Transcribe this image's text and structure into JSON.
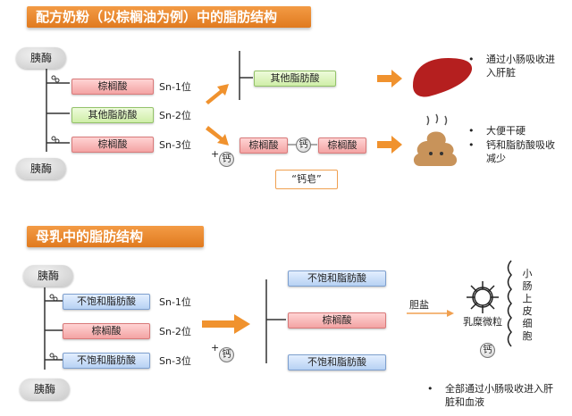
{
  "formula": {
    "title": "配方奶粉（以棕榈油为例）中的脂肪结构",
    "enzyme": "胰酶",
    "chains": [
      {
        "label": "棕榈酸",
        "position": "Sn-1位"
      },
      {
        "label": "其他脂肪酸",
        "position": "Sn-2位"
      },
      {
        "label": "棕榈酸",
        "position": "Sn-3位"
      }
    ],
    "product_other": "其他脂肪酸",
    "product_left": "棕榈酸",
    "product_right": "棕榈酸",
    "calcium": "钙",
    "plus": "+",
    "soap_label": "“钙皂”",
    "bullets_top": [
      "通过小肠吸收进入肝脏"
    ],
    "bullets_bottom": [
      "大便干硬",
      "钙和脂肪酸吸收减少"
    ]
  },
  "breast": {
    "title": "母乳中的脂肪结构",
    "enzyme": "胰酶",
    "chains": [
      {
        "label": "不饱和脂肪酸",
        "position": "Sn-1位"
      },
      {
        "label": "棕榈酸",
        "position": "Sn-2位"
      },
      {
        "label": "不饱和脂肪酸",
        "position": "Sn-3位"
      }
    ],
    "products": [
      "不饱和脂肪酸",
      "棕榈酸",
      "不饱和脂肪酸"
    ],
    "calcium": "钙",
    "plus": "+",
    "bile_salt": "胆盐",
    "micelle": "乳糜微粒",
    "intestine": "小肠上皮细胞",
    "bullet": "全部通过小肠吸收进入肝脏和血液"
  }
}
